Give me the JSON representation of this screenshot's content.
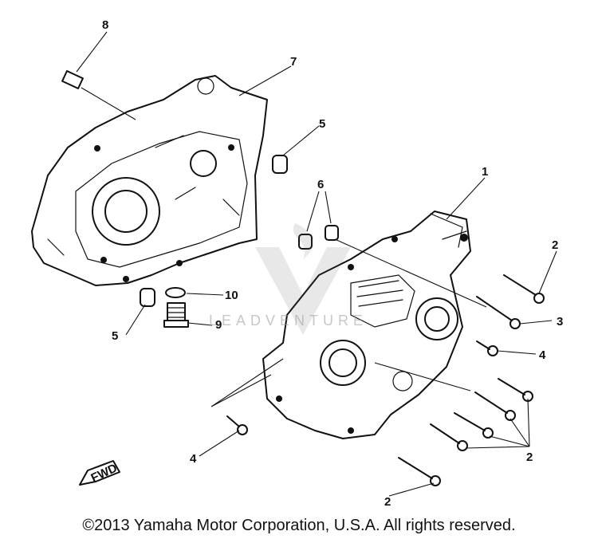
{
  "callouts": {
    "c8": "8",
    "c7": "7",
    "c5a": "5",
    "c6": "6",
    "c1": "1",
    "c2a": "2",
    "c3": "3",
    "c10": "10",
    "c9": "9",
    "c5b": "5",
    "c4a": "4",
    "c2b": "2",
    "c4b": "4",
    "c2c": "2"
  },
  "fwd_label": "FWD",
  "watermark_text": "LEADVENTURE",
  "footer_text": "©2013 Yamaha Motor Corporation, U.S.A. All rights reserved.",
  "colors": {
    "ink": "#111111",
    "background": "#ffffff",
    "watermark": "#9a9a9a"
  }
}
